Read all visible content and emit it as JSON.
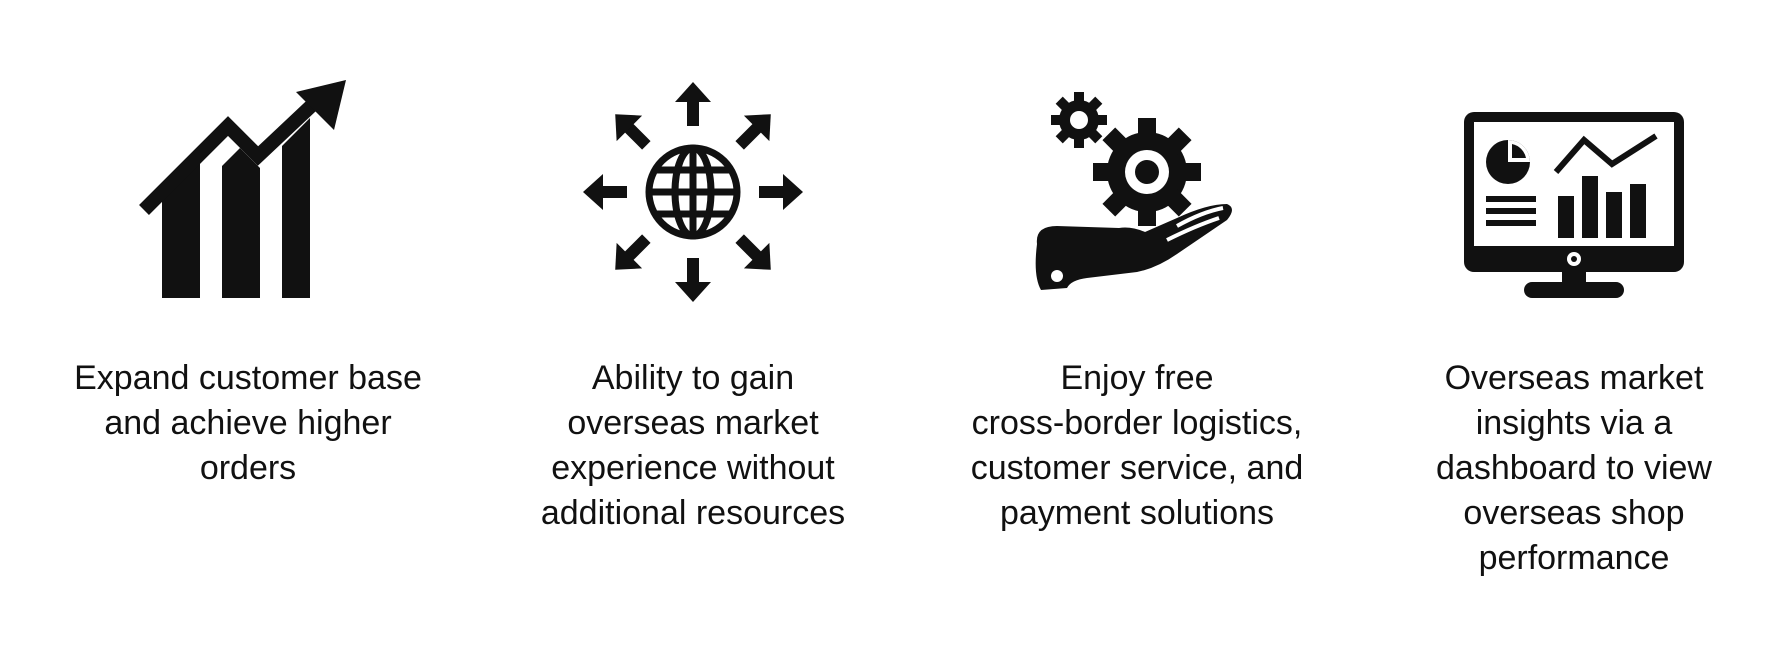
{
  "features": [
    {
      "icon": "growth-chart-icon",
      "caption_lines": [
        "Expand customer base",
        "and achieve higher",
        "orders"
      ]
    },
    {
      "icon": "globe-expansion-icon",
      "caption_lines": [
        "Ability to gain",
        "overseas market",
        "experience without",
        "additional resources"
      ]
    },
    {
      "icon": "gear-hand-icon",
      "caption_lines": [
        "Enjoy free",
        "cross-border logistics,",
        "customer service, and",
        "payment solutions"
      ]
    },
    {
      "icon": "dashboard-monitor-icon",
      "caption_lines": [
        "Overseas market",
        "insights via a",
        "dashboard to view",
        "overseas shop",
        "performance"
      ]
    }
  ],
  "colors": {
    "icon": "#111111",
    "text": "#111111",
    "background": "#ffffff"
  }
}
